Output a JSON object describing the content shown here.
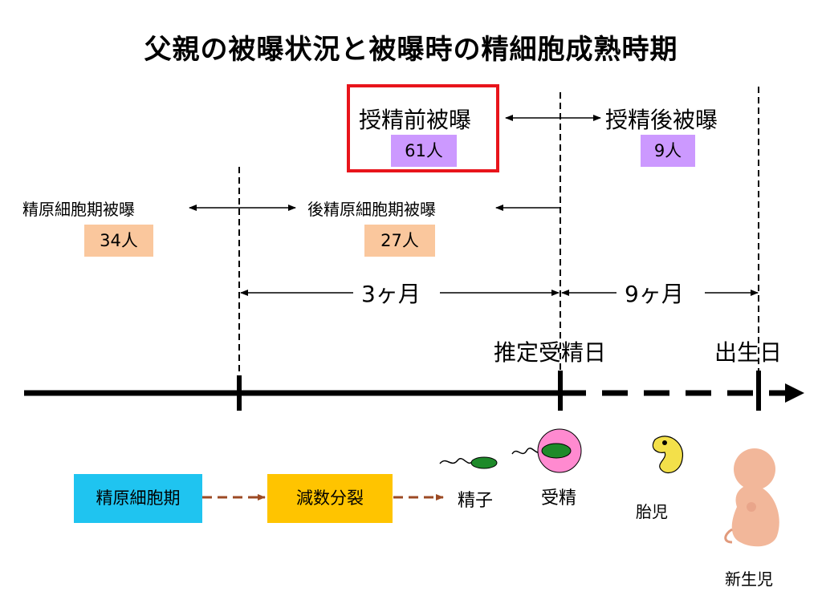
{
  "title": "父親の被曝状況と被曝時の精細胞成熟時期",
  "exposure": {
    "pre_fert_label": "授精前被曝",
    "pre_fert_count": "61人",
    "post_fert_label": "授精後被曝",
    "post_fert_count": "9人",
    "spermatogonia_label": "精原細胞期被曝",
    "spermatogonia_count": "34人",
    "post_spermatogonia_label": "後精原細胞期被曝",
    "post_spermatogonia_count": "27人"
  },
  "durations": {
    "first": "3ヶ月",
    "second": "9ヶ月"
  },
  "timeline": {
    "fertilization_label": "推定受精日",
    "birth_label": "出生日"
  },
  "stages": {
    "spermatogonia": "精原細胞期",
    "meiosis": "減数分裂",
    "sperm": "精子",
    "fertilization": "受精",
    "fetus": "胎児",
    "newborn": "新生児"
  },
  "colors": {
    "highlight_border": "#e8141b",
    "purple_badge": "#cc99ff",
    "peach_badge": "#fac79d",
    "cyan_box": "#1fc4f0",
    "yellow_box": "#ffc400",
    "brown_arrow": "#9c4a24",
    "sperm_green": "#1e8a2a",
    "egg_pink": "#ff8ad0",
    "embryo_yellow": "#f3e04a",
    "skin": "#f2b79a"
  }
}
